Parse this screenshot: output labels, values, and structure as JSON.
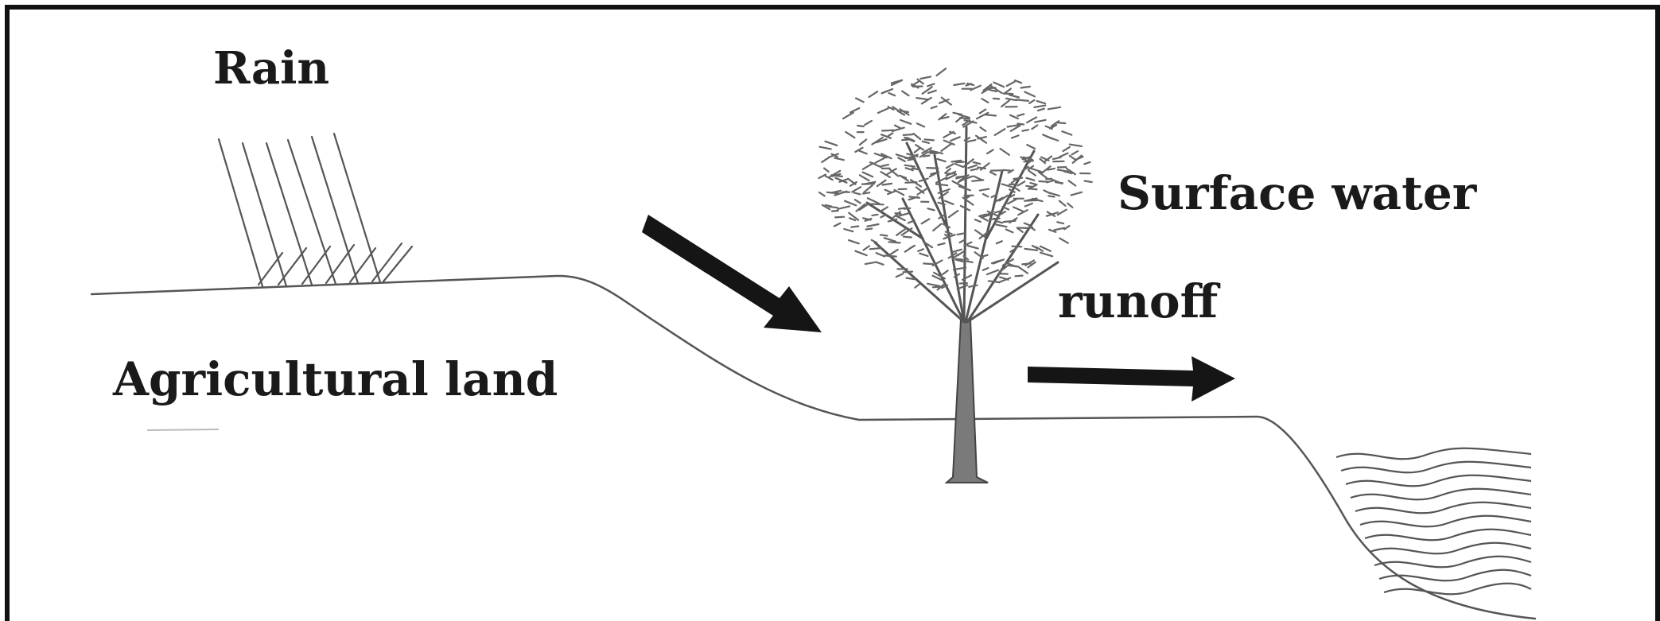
{
  "labels": {
    "rain": "Rain",
    "agricultural_land": "Agricultural land",
    "surface_water": "Surface water",
    "runoff": "runoff"
  },
  "colors": {
    "ink": "#1a1a1a",
    "line": "#555555",
    "arrow": "#151515"
  },
  "icons": [
    "rain-streaks",
    "tree",
    "down-slope-arrow",
    "runoff-arrow",
    "water-waves"
  ]
}
